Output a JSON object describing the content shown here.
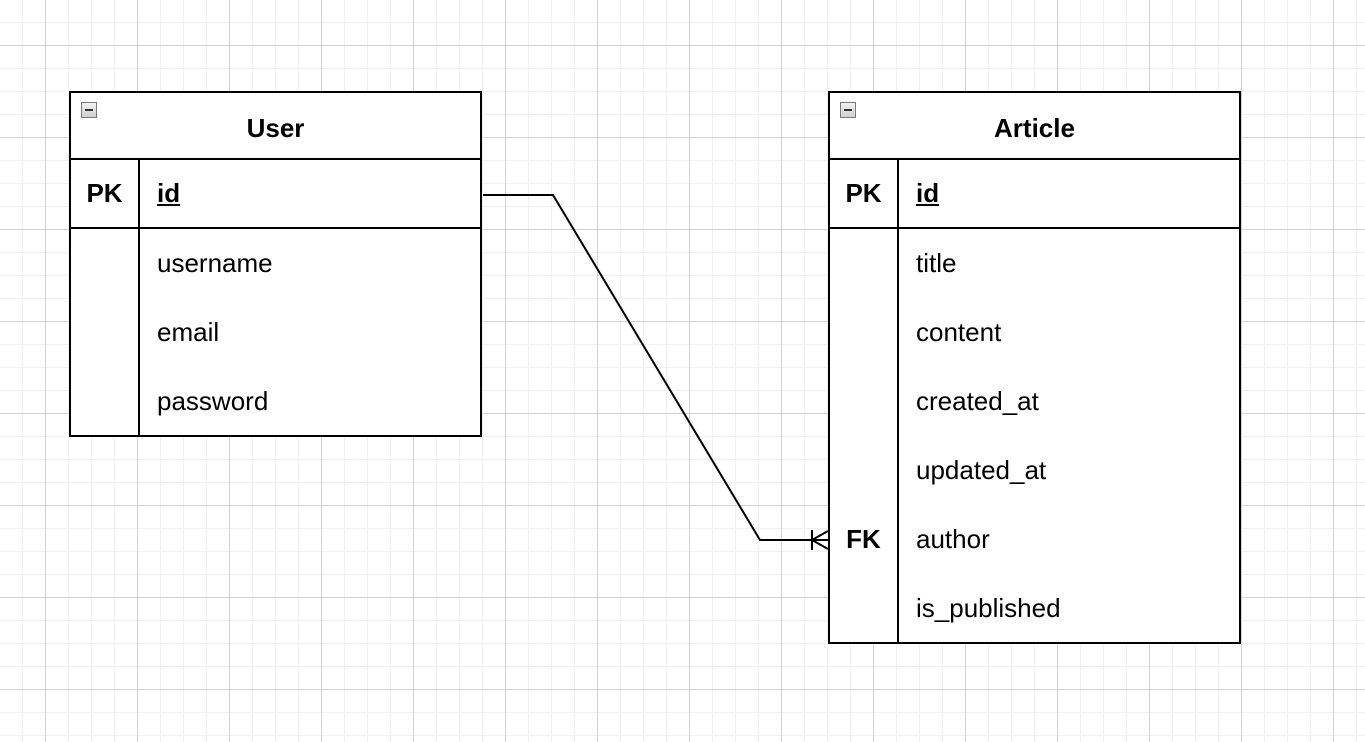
{
  "entities": [
    {
      "title": "User",
      "pk": {
        "key": "PK",
        "name": "id"
      },
      "attributes": [
        {
          "key": "",
          "name": "username"
        },
        {
          "key": "",
          "name": "email"
        },
        {
          "key": "",
          "name": "password"
        }
      ]
    },
    {
      "title": "Article",
      "pk": {
        "key": "PK",
        "name": "id"
      },
      "attributes": [
        {
          "key": "",
          "name": "title"
        },
        {
          "key": "",
          "name": "content"
        },
        {
          "key": "",
          "name": "created_at"
        },
        {
          "key": "",
          "name": "updated_at"
        },
        {
          "key": "FK",
          "name": "author"
        },
        {
          "key": "",
          "name": "is_published"
        }
      ]
    }
  ],
  "relationship": {
    "from": "User.id",
    "to": "Article.author",
    "from_cardinality": "one",
    "to_cardinality": "one-or-many"
  },
  "colors": {
    "line": "#000000",
    "grid_major": "#d3d3d3",
    "grid_minor": "#f0f0f0"
  }
}
